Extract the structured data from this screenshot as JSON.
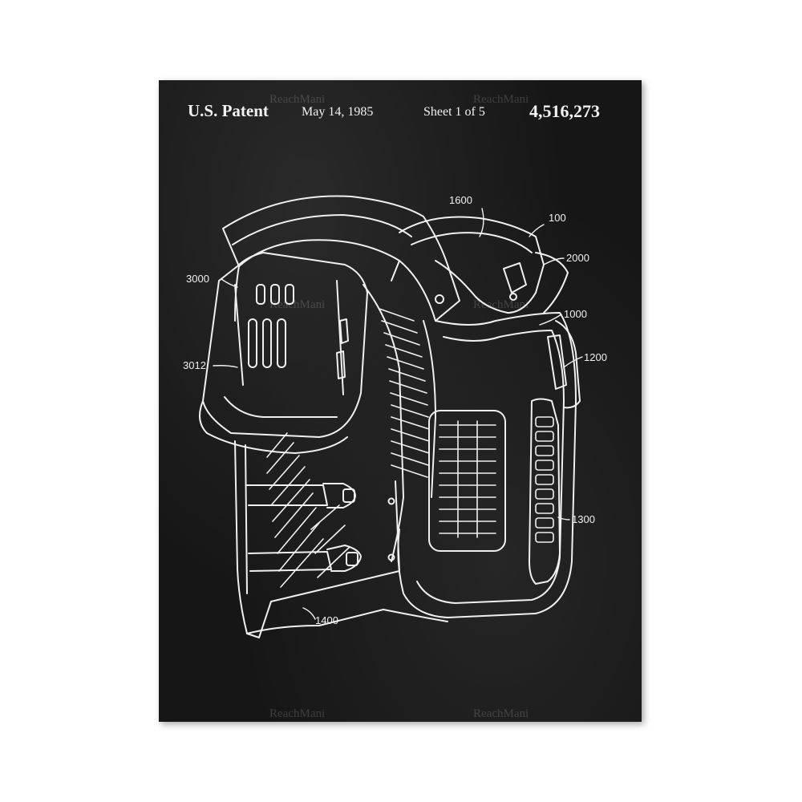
{
  "header": {
    "patent_label": "U.S. Patent",
    "date": "May 14, 1985",
    "sheet": "Sheet 1 of 5",
    "patent_number": "4,516,273"
  },
  "watermark": {
    "text": "ReachMani"
  },
  "reference_labels": {
    "r1600": "1600",
    "r100": "100",
    "r2000": "2000",
    "r3000": "3000",
    "r1000": "1000",
    "r3012": "3012",
    "r1200": "1200",
    "r1300": "1300",
    "r1400": "1400"
  },
  "colors": {
    "background": "#161616",
    "line": "#f0f0f0",
    "page": "#ffffff"
  }
}
